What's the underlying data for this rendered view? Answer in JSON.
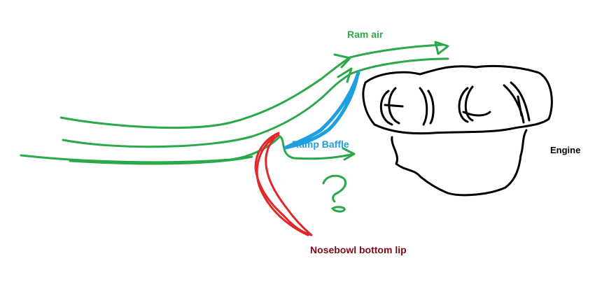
{
  "labels": {
    "ram_air": "Ram air",
    "ramp_baffle": "Ramp Baffle",
    "engine": "Engine",
    "nosebowl": "Nosebowl bottom lip"
  },
  "question_mark": "?",
  "colors": {
    "airflow": "#2aa84a",
    "baffle": "#1e9fe0",
    "nosebowl": "#e0282a",
    "nosebowl_text": "#7a0a1a",
    "engine": "#000000",
    "background": "#ffffff"
  }
}
